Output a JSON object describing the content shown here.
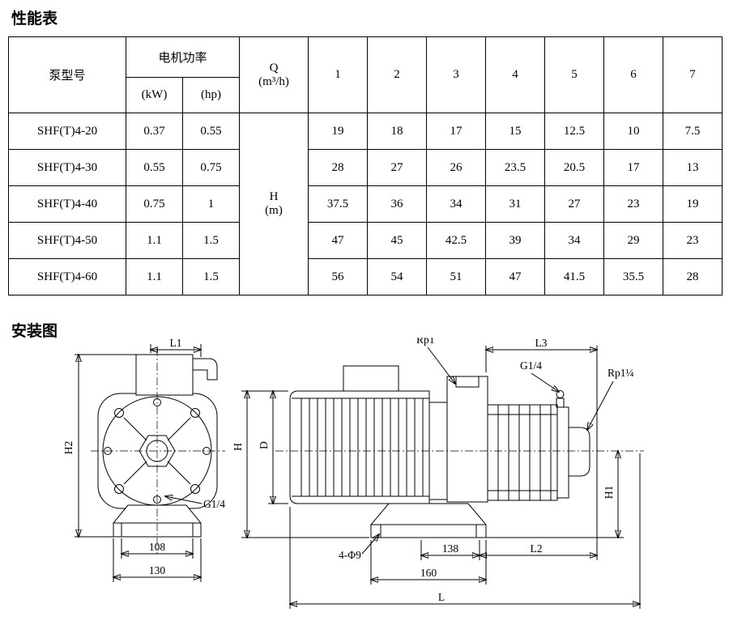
{
  "titles": {
    "performance": "性能表",
    "installation": "安装图"
  },
  "table": {
    "header": {
      "pump_model": "泵型号",
      "motor_power": "电机功率",
      "kw": "(kW)",
      "hp": "(hp)",
      "q_line1": "Q",
      "q_line2": "(m³/h)",
      "flow_points": [
        "1",
        "2",
        "3",
        "4",
        "5",
        "6",
        "7"
      ]
    },
    "body_head": {
      "line1": "H",
      "line2": "(m)"
    },
    "rows": [
      {
        "model": "SHF(T)4-20",
        "kw": "0.37",
        "hp": "0.55",
        "heads": [
          "19",
          "18",
          "17",
          "15",
          "12.5",
          "10",
          "7.5"
        ]
      },
      {
        "model": "SHF(T)4-30",
        "kw": "0.55",
        "hp": "0.75",
        "heads": [
          "28",
          "27",
          "26",
          "23.5",
          "20.5",
          "17",
          "13"
        ]
      },
      {
        "model": "SHF(T)4-40",
        "kw": "0.75",
        "hp": "1",
        "heads": [
          "37.5",
          "36",
          "34",
          "31",
          "27",
          "23",
          "19"
        ]
      },
      {
        "model": "SHF(T)4-50",
        "kw": "1.1",
        "hp": "1.5",
        "heads": [
          "47",
          "45",
          "42.5",
          "39",
          "34",
          "29",
          "23"
        ]
      },
      {
        "model": "SHF(T)4-60",
        "kw": "1.1",
        "hp": "1.5",
        "heads": [
          "56",
          "54",
          "51",
          "47",
          "41.5",
          "35.5",
          "28"
        ]
      }
    ]
  },
  "front_view": {
    "dim_l1": "L1",
    "dim_h2": "H2",
    "port_g14": "G1/4",
    "dim_108": "108",
    "dim_130": "130"
  },
  "side_view": {
    "port_rp1": "Rp1",
    "dim_l3": "L3",
    "port_g14": "G1/4",
    "port_rp1_quarter": "Rp1¼",
    "dim_h": "H",
    "dim_d": "D",
    "dim_h1": "H1",
    "holes": "4-Φ9",
    "dim_138": "138",
    "dim_l2": "L2",
    "dim_160": "160",
    "dim_l": "L"
  }
}
